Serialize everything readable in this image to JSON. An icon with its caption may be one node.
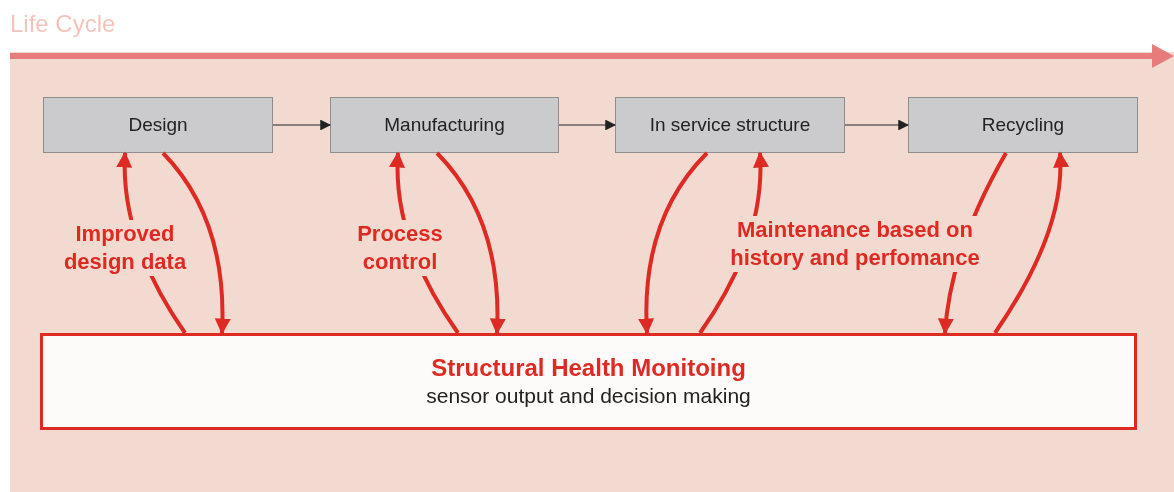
{
  "diagram": {
    "nodes": [
      {
        "text": [
          "Life Cycle"
        ]
      },
      {
        "text": [
          "Design"
        ],
        "in": 0
      },
      {
        "text": [
          "Manufacturing"
        ],
        "in": 0
      },
      {
        "text": [
          "In service structure"
        ],
        "in": 0
      },
      {
        "text": [
          "Recycling"
        ],
        "in": 0
      },
      {
        "text": [
          "Structural Health Monitoing",
          "sensor output and decision making"
        ],
        "in": 0
      }
    ],
    "edges": [
      {
        "from": 1,
        "to": 2,
        "arrow": "to",
        "color": "#222222"
      },
      {
        "from": 2,
        "to": 3,
        "arrow": "to",
        "color": "#222222"
      },
      {
        "from": 3,
        "to": 4,
        "arrow": "to",
        "color": "#222222"
      },
      {
        "from": 5,
        "to": 1,
        "arrow": "to",
        "label": "Improved design data"
      },
      {
        "from": 1,
        "to": 5,
        "arrow": "to"
      },
      {
        "from": 5,
        "to": 2,
        "arrow": "to",
        "label": "Process control"
      },
      {
        "from": 2,
        "to": 5,
        "arrow": "to"
      },
      {
        "from": 3,
        "to": 5,
        "arrow": "to"
      },
      {
        "from": 5,
        "to": 3,
        "arrow": "to",
        "label": "Maintenance based on history and perfomance"
      },
      {
        "from": 4,
        "to": 5,
        "arrow": "to"
      },
      {
        "from": 5,
        "to": 4,
        "arrow": "to"
      }
    ]
  }
}
